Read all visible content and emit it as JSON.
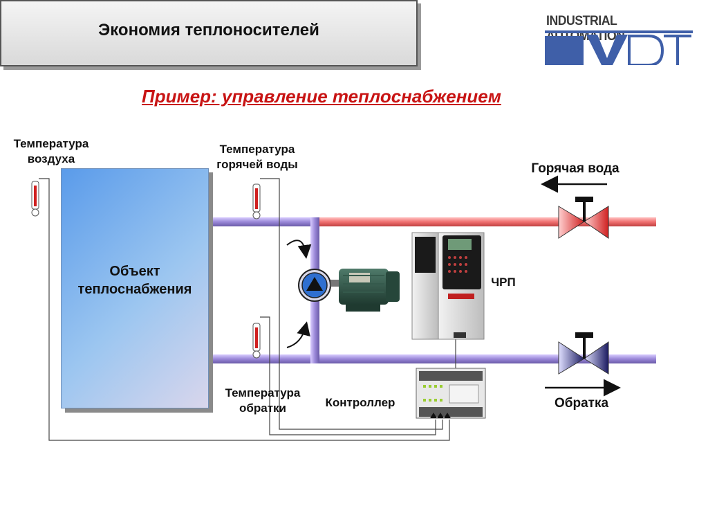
{
  "header": {
    "title": "Экономия теплоносителей"
  },
  "logo": {
    "tagline": "INDUSTRIAL AUTOMATION",
    "brand": "VDT"
  },
  "subtitle": "Пример: управление теплоснабжением",
  "labels": {
    "air_temp_l1": "Температура",
    "air_temp_l2": "воздуха",
    "hot_temp_l1": "Температура",
    "hot_temp_l2": "горячей воды",
    "return_temp_l1": "Температура",
    "return_temp_l2": "обратки",
    "hot_water": "Горячая вода",
    "return_water": "Обратка",
    "vfd": "ЧРП",
    "controller": "Контроллер",
    "object_l1": "Объект",
    "object_l2": "теплоснабжения"
  },
  "colors": {
    "hot_pipe": "#f07878",
    "cold_pipe": "#9a88d8",
    "valve_hot": "#e03030",
    "valve_cold": "#2a2a70",
    "title_accent": "#c81414",
    "logo_blue": "#3f5fa8"
  },
  "icons": [
    "thermometer-icon",
    "pump-icon",
    "motor-icon",
    "valve-icon",
    "vfd-drive-icon",
    "plc-controller-icon",
    "flow-arrow-icon"
  ]
}
